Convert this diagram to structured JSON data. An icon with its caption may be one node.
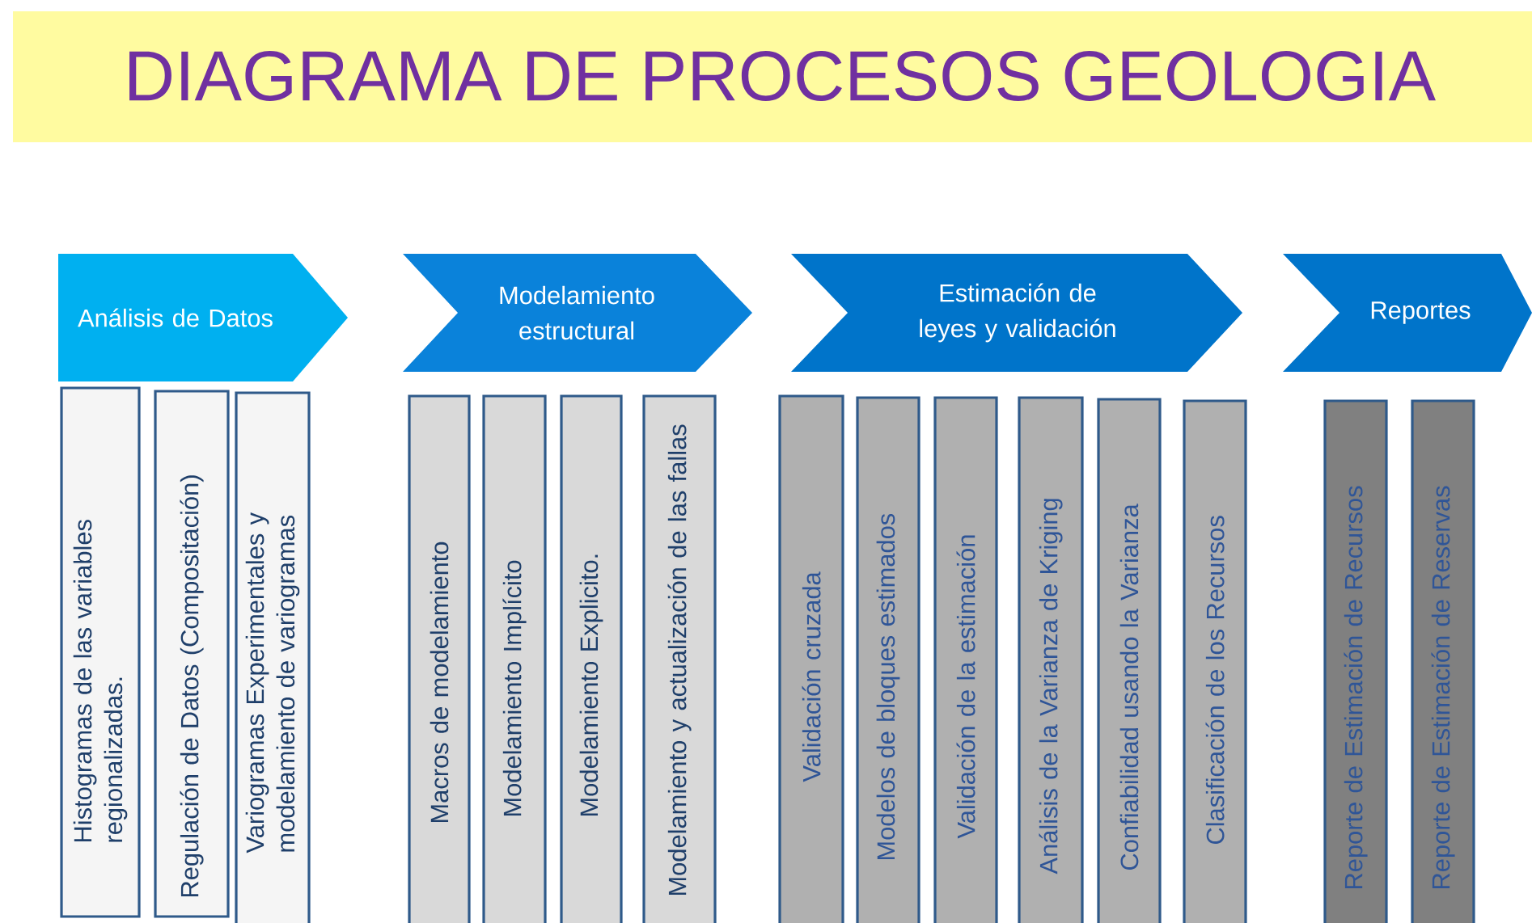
{
  "diagram": {
    "title": "DIAGRAMA DE PROCESOS GEOLOGIA",
    "nodes": [
      {
        "text": [
          "Análisis de Datos"
        ]
      },
      {
        "text": [
          "Modelamiento estructural"
        ]
      },
      {
        "text": [
          "Estimación de leyes y validación"
        ]
      },
      {
        "text": [
          "Reportes"
        ]
      },
      {
        "text": [
          "Histogramas de las variables regionalizadas."
        ]
      },
      {
        "text": [
          "Regulación de Datos (Compositación)"
        ]
      },
      {
        "text": [
          "Variogramas Experimentales y modelamiento de variogramas"
        ]
      },
      {
        "text": [
          "Macros de modelamiento"
        ]
      },
      {
        "text": [
          "Modelamiento Implícito"
        ]
      },
      {
        "text": [
          "Modelamiento Explicito."
        ]
      },
      {
        "text": [
          "Modelamiento y actualización de las fallas"
        ]
      },
      {
        "text": [
          "Validación cruzada"
        ]
      },
      {
        "text": [
          "Modelos de bloques estimados"
        ]
      },
      {
        "text": [
          "Validación de la estimación"
        ]
      },
      {
        "text": [
          "Análisis de la Varianza de Kriging"
        ]
      },
      {
        "text": [
          "Confiabilidad usando la Varianza"
        ]
      },
      {
        "text": [
          "Clasificación de los Recursos"
        ]
      },
      {
        "text": [
          "Reporte de Estimación de Recursos"
        ]
      },
      {
        "text": [
          "Reporte de Estimación de Reservas"
        ]
      }
    ],
    "edges": []
  }
}
